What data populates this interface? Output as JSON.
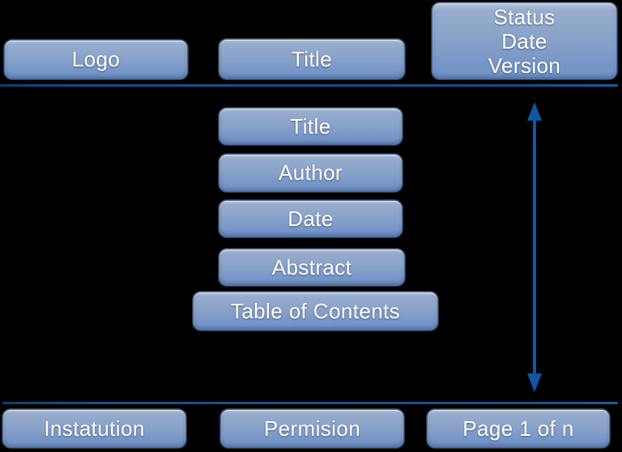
{
  "diagram": {
    "header": {
      "logo_label": "Logo",
      "title_label": "Title",
      "status_lines": [
        "Status",
        "Date",
        "Version"
      ]
    },
    "content_boxes": [
      "Title",
      "Author",
      "Date",
      "Abstract",
      "Table of Contents"
    ],
    "footer": {
      "institution_label": "Instatution",
      "permission_label": "Permision",
      "page_label": "Page 1 of n"
    },
    "colors": {
      "background": "#000000",
      "box_gradient_top": "#b2c1d9",
      "box_gradient_bottom": "#6f93c6",
      "box_border": "#46689b",
      "box_text": "#ffffff",
      "separator_line": "#16508a",
      "arrow": "#0f57a0"
    }
  }
}
